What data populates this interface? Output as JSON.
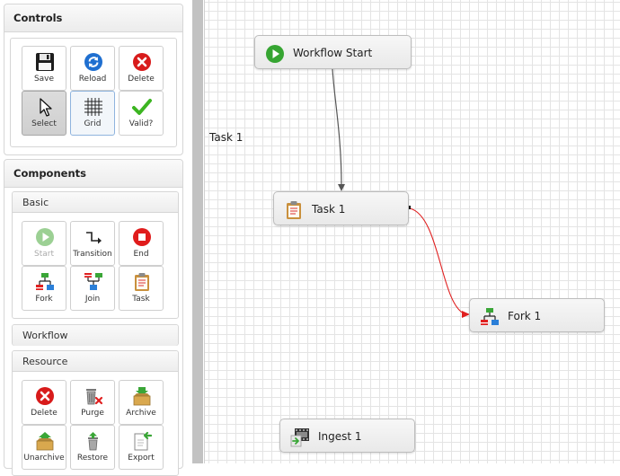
{
  "controls": {
    "title": "Controls",
    "save": "Save",
    "reload": "Reload",
    "delete": "Delete",
    "select": "Select",
    "grid": "Grid",
    "valid": "Valid?"
  },
  "components": {
    "title": "Components",
    "basic": {
      "title": "Basic",
      "start": "Start",
      "transition": "Transition",
      "end": "End",
      "fork": "Fork",
      "join": "Join",
      "task": "Task"
    },
    "workflow": {
      "title": "Workflow"
    },
    "resource": {
      "title": "Resource",
      "delete": "Delete",
      "purge": "Purge",
      "archive": "Archive",
      "unarchive": "Unarchive",
      "restore": "Restore",
      "export": "Export"
    }
  },
  "canvas": {
    "floating_label": "Task 1",
    "nodes": {
      "workflow_start": "Workflow Start",
      "task1": "Task 1",
      "fork1": "Fork 1",
      "ingest1": "Ingest 1"
    }
  },
  "colors": {
    "transition_default": "#555555",
    "transition_selected": "#e02020",
    "accent_blue": "#8fb4de"
  }
}
